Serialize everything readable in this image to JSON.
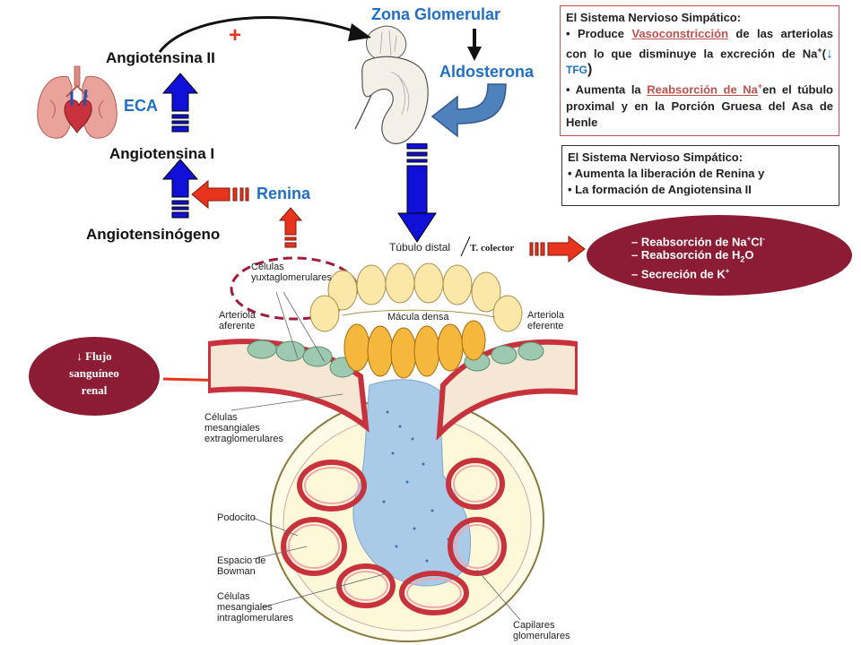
{
  "raas": {
    "zona_glomerular": "Zona Glomerular",
    "aldosterona": "Aldosterona",
    "angiotensina_ii": "Angiotensina II",
    "eca": "ECA",
    "angiotensina_i": "Angiotensina I",
    "renina": "Renina",
    "angiotensinogeno": "Angiotensinógeno",
    "plus_sign": "+"
  },
  "box1": {
    "title": "El Sistema Nervioso Simpático:",
    "b1_pre": "Produce ",
    "b1_link": "Vasoconstricción",
    "b1_post": " de las arteriolas con lo que disminuye la excreción de Na",
    "b1_sup": "+",
    "b1_paren": "(",
    "b1_arrow": "↓",
    "b1_tfg": " TFG",
    "b1_close": ")",
    "b2_pre": "Aumenta la ",
    "b2_link": "Reabsorción de Na",
    "b2_sup": "+",
    "b2_post": "en el túbulo proximal y en la Porción Gruesa del Asa de Henle"
  },
  "box2": {
    "title": "El Sistema Nervioso Simpático:",
    "items": [
      "Aumenta la liberación de Renina y",
      "La formación de Angiotensina II"
    ]
  },
  "tubulo": {
    "label": "Túbulo distal",
    "colector": "T. colector"
  },
  "effects_oval": {
    "l1_dash": "–",
    "l1": " Reabsorción de Na",
    "l1_sup": "+",
    "l1_cl": "Cl",
    "l1_sup2": "-",
    "l2_dash": "–",
    "l2": " Reabsorción de H",
    "l2_sub": "2",
    "l2_o": "O",
    "l3_dash": "–",
    "l3": " Secreción de K",
    "l3_sup": "+"
  },
  "flujo_oval": {
    "arrow": "↓",
    "l1": "Flujo",
    "l2": "sanguíneo",
    "l3": "renal"
  },
  "micro": {
    "celulas_yuxta_1": "Células",
    "celulas_yuxta_2": "yuxtaglomerulares",
    "macula_densa": "Mácula densa",
    "arteriola_aferente_1": "Arteriola",
    "arteriola_aferente_2": "aferente",
    "arteriola_eferente_1": "Arteriola",
    "arteriola_eferente_2": "eferente",
    "mesangiales_extra_1": "Células",
    "mesangiales_extra_2": "mesangiales",
    "mesangiales_extra_3": "extraglomerulares",
    "podocito": "Podocito",
    "bowman_1": "Espacio de",
    "bowman_2": "Bowman",
    "mesangiales_intra_1": "Células",
    "mesangiales_intra_2": "mesangiales",
    "mesangiales_intra_3": "intraglomerulares",
    "capilares_1": "Capilares",
    "capilares_2": "glomerulares"
  },
  "colors": {
    "blue_arrow": "#1010d8",
    "red_arrow": "#e8341c",
    "dark_red": "#8c1c33",
    "blue_text": "#1f6fc6",
    "curved_arrow": "#4f81bd"
  },
  "icons": [
    "lungs-heart-illustration",
    "adrenal-kidney-illustration",
    "juxtaglomerular-apparatus-illustration"
  ]
}
